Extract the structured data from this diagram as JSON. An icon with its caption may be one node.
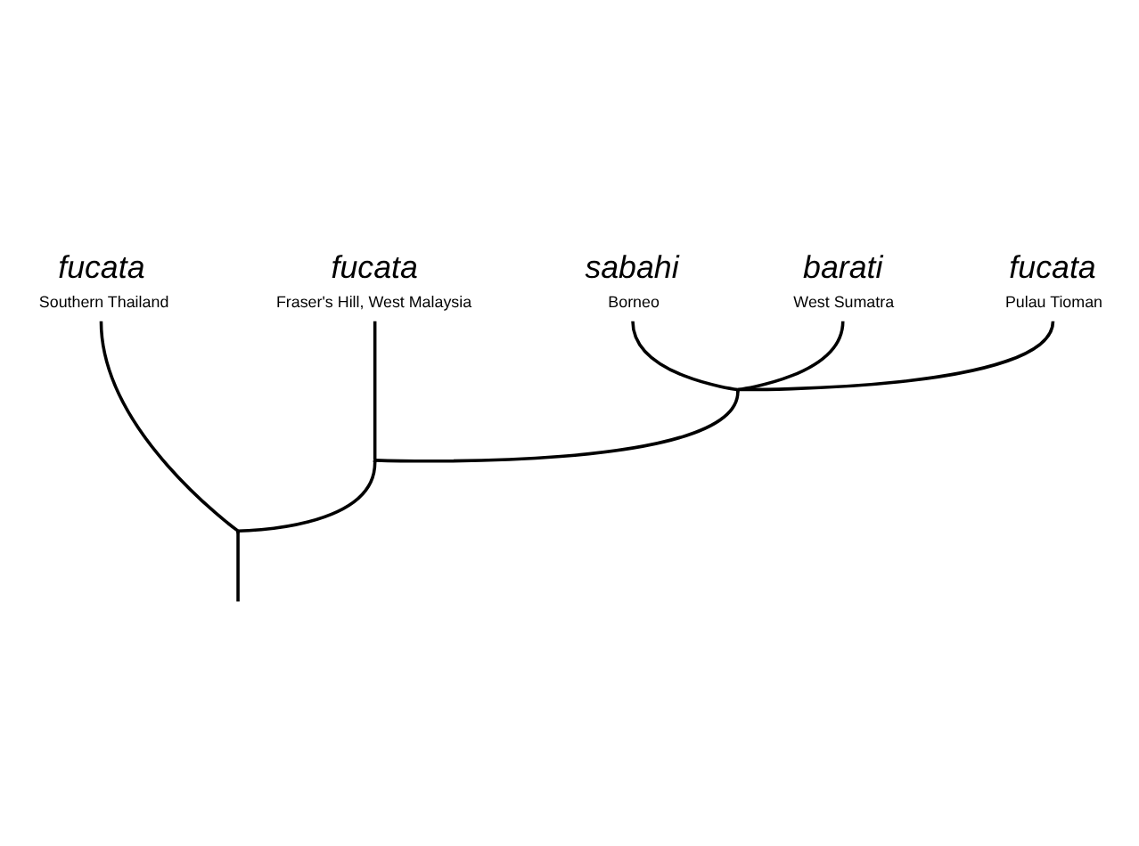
{
  "diagram": {
    "nodes": [
      {
        "text": [
          "fucata",
          "Southern Thailand"
        ]
      },
      {
        "text": [
          "fucata",
          "Fraser's Hill, West Malaysia"
        ]
      },
      {
        "text": [
          "sabahi",
          "Borneo"
        ]
      },
      {
        "text": [
          "barati",
          "West Sumatra"
        ]
      },
      {
        "text": [
          "fucata",
          "Pulau Tioman"
        ]
      },
      {
        "text": [],
        "shape": "point"
      },
      {
        "text": [],
        "shape": "point"
      },
      {
        "text": [],
        "shape": "point"
      }
    ],
    "edges": [
      {
        "from": null,
        "to": 7,
        "arrow": "none"
      },
      {
        "from": 7,
        "to": 0,
        "arrow": "none"
      },
      {
        "from": 7,
        "to": 6,
        "arrow": "none"
      },
      {
        "from": 6,
        "to": 1,
        "arrow": "none"
      },
      {
        "from": 6,
        "to": 5,
        "arrow": "none"
      },
      {
        "from": 5,
        "to": 2,
        "arrow": "none"
      },
      {
        "from": 5,
        "to": 3,
        "arrow": "none"
      },
      {
        "from": 5,
        "to": 4,
        "arrow": "none"
      }
    ]
  }
}
